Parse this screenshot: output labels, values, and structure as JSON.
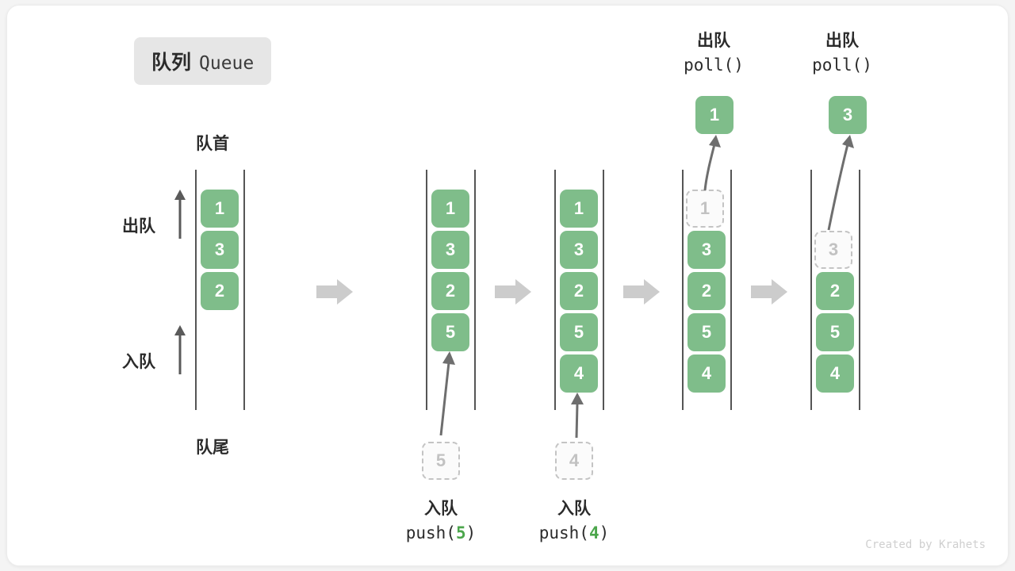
{
  "title": {
    "cn": "队列",
    "en": "Queue"
  },
  "labels": {
    "head": "队首",
    "tail": "队尾",
    "dequeue": "出队",
    "enqueue": "入队"
  },
  "colors": {
    "item_fill": "#7fbd8a",
    "item_text": "#ffffff",
    "ghost_border": "#c4c4c4",
    "ghost_text": "#c2c2c2",
    "rail": "#555555",
    "arrow": "#6e6e6e",
    "block_arrow": "#cccccc",
    "badge_bg": "#e6e6e6",
    "code_accent": "#4ca64c"
  },
  "operations": {
    "push5": {
      "cn": "入队",
      "code_prefix": "push(",
      "value": "5",
      "code_suffix": ")"
    },
    "push4": {
      "cn": "入队",
      "code_prefix": "push(",
      "value": "4",
      "code_suffix": ")"
    },
    "poll1": {
      "cn": "出队",
      "code": "poll()"
    },
    "poll2": {
      "cn": "出队",
      "code": "poll()"
    }
  },
  "stages": [
    {
      "id": "stage-1",
      "items": [
        "1",
        "3",
        "2"
      ],
      "ghost_top": null,
      "incoming": null,
      "outgoing": null
    },
    {
      "id": "stage-2",
      "items": [
        "1",
        "3",
        "2",
        "5"
      ],
      "ghost_top": null,
      "incoming": "5",
      "outgoing": null
    },
    {
      "id": "stage-3",
      "items": [
        "1",
        "3",
        "2",
        "5",
        "4"
      ],
      "ghost_top": null,
      "incoming": "4",
      "outgoing": null
    },
    {
      "id": "stage-4",
      "items": [
        "3",
        "2",
        "5",
        "4"
      ],
      "ghost_top": "1",
      "incoming": null,
      "outgoing": "1"
    },
    {
      "id": "stage-5",
      "items": [
        "2",
        "5",
        "4"
      ],
      "ghost_top": "3",
      "incoming": null,
      "outgoing": "3"
    }
  ],
  "ghost_inputs": {
    "five": "5",
    "four": "4"
  },
  "popped": {
    "first": "1",
    "second": "3"
  },
  "watermark": "Created by Krahets"
}
